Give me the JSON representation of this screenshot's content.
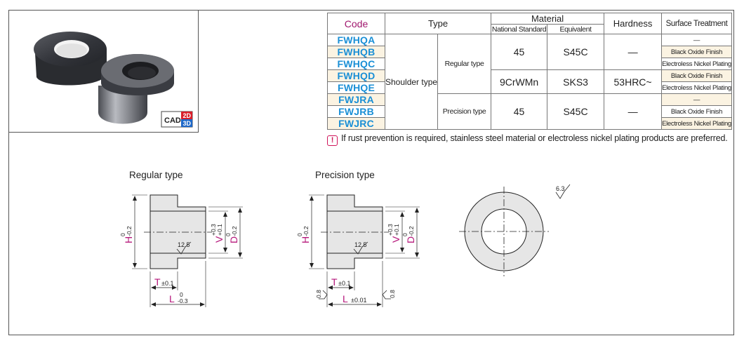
{
  "table": {
    "headers": {
      "code": "Code",
      "type": "Type",
      "material": "Material",
      "national_standard": "National Standard",
      "equivalent": "Equivalent",
      "hardness": "Hardness",
      "surface_treatment": "Surface Treatment"
    },
    "codes": [
      "FWHQA",
      "FWHQB",
      "FWHQC",
      "FWHQD",
      "FWHQE",
      "FWJRA",
      "FWJRB",
      "FWJRC"
    ],
    "type_main": "Shoulder type",
    "subtypes": [
      "Regular type",
      "Precision type"
    ],
    "groups": [
      {
        "national": "45",
        "equivalent": "S45C",
        "hardness": "—"
      },
      {
        "national": "9CrWMn",
        "equivalent": "SKS3",
        "hardness": "53HRC~"
      },
      {
        "national": "45",
        "equivalent": "S45C",
        "hardness": "—"
      }
    ],
    "surface": [
      "—",
      "Black Oxide Finish",
      "Electroless Nickel Plating",
      "Black Oxide Finish",
      "Electroless Nickel Plating",
      "—",
      "Black Oxide Finish",
      "Electroless Nickel Plating"
    ]
  },
  "note": "If rust prevention is required, stainless steel material or electroless nickel plating products are preferred.",
  "cad_badge": {
    "label": "CAD",
    "two_d": "2D",
    "three_d": "3D"
  },
  "drawings": {
    "regular_title": "Regular type",
    "precision_title": "Precision type",
    "dims": {
      "h": "H",
      "h_tol": "0",
      "h_tol2": "-0.2",
      "v": "V",
      "v_tol": "+0.3",
      "v_tol2": "+0.1",
      "d": "D",
      "d_tol": "0",
      "d_tol2": "-0.2",
      "t": "T",
      "t_tol": "±0.1",
      "l": "L",
      "l_tol_up": "0",
      "l_tol_dn": "-0.3",
      "l_tol_precision": "±0.01",
      "rough_125": "12.5",
      "rough_08": "0.8",
      "rough_63": "6.3"
    }
  },
  "colors": {
    "code_blue": "#1a8fd6",
    "header_magenta": "#a0176d",
    "alt_row": "#fbf3e2",
    "dim_magenta": "#b5157a",
    "part_gray": "#e6e6e6"
  }
}
